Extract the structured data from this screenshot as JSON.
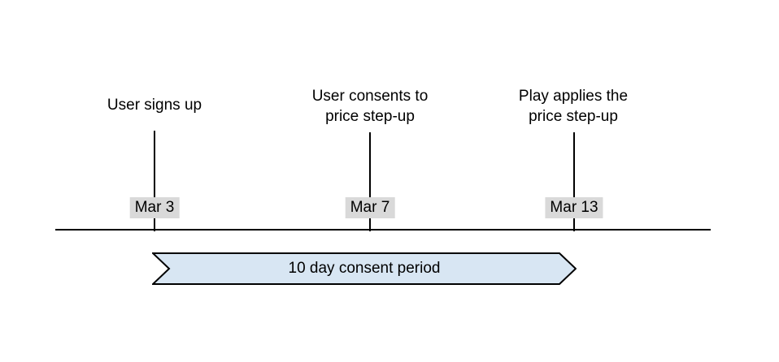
{
  "colors": {
    "background": "#ffffff",
    "line": "#000000",
    "text": "#000000",
    "date-bg": "#d9d9d9",
    "banner-fill": "#d8e6f3",
    "banner-border": "#000000"
  },
  "timeline": {
    "events": [
      {
        "label": "User signs up",
        "date": "Mar 3"
      },
      {
        "label": "User consents to\nprice step-up",
        "date": "Mar 7"
      },
      {
        "label": "Play applies the\nprice step-up",
        "date": "Mar 13"
      }
    ],
    "period_banner": {
      "label": "10 day consent period"
    }
  }
}
